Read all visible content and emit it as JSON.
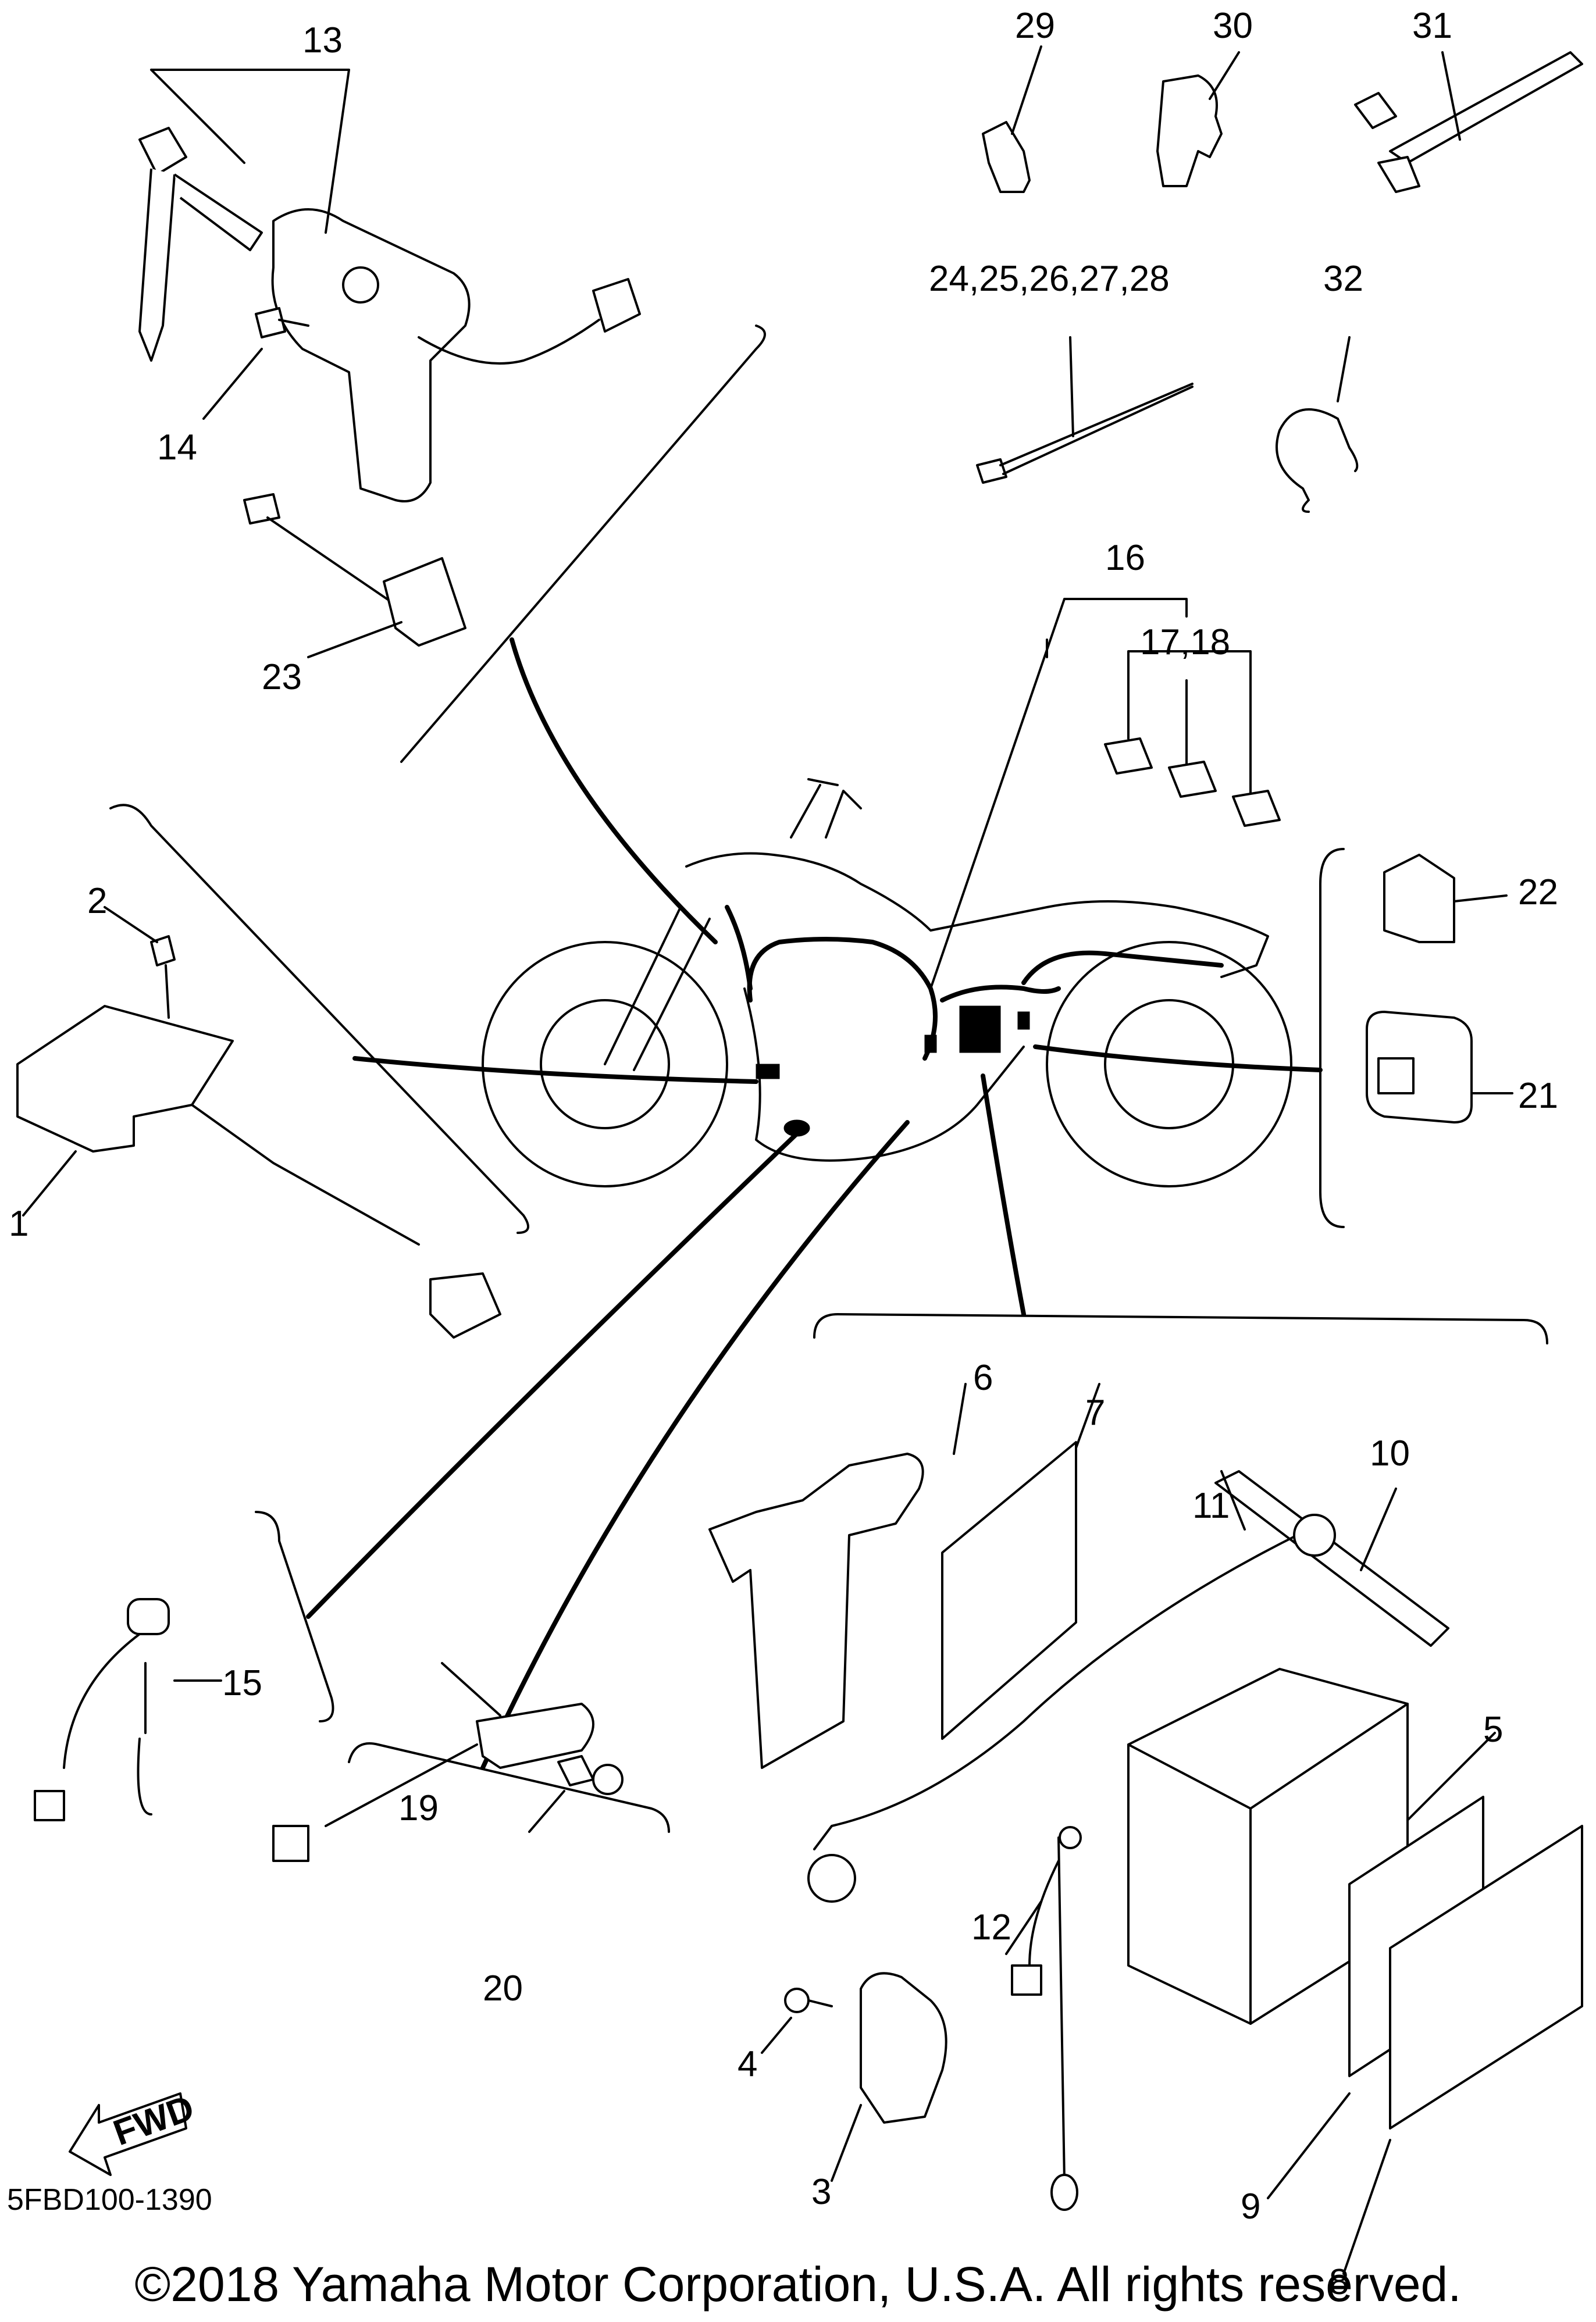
{
  "diagram": {
    "title": "Electrical 2",
    "code": "5FBD100-1390",
    "copyright": "©2018 Yamaha Motor Corporation, U.S.A. All rights reserved.",
    "fwd_label": "FWD"
  },
  "callouts": [
    {
      "id": "1",
      "label": "1"
    },
    {
      "id": "2",
      "label": "2"
    },
    {
      "id": "3",
      "label": "3"
    },
    {
      "id": "4",
      "label": "4"
    },
    {
      "id": "5",
      "label": "5"
    },
    {
      "id": "6",
      "label": "6"
    },
    {
      "id": "7",
      "label": "7"
    },
    {
      "id": "8",
      "label": "8"
    },
    {
      "id": "9",
      "label": "9"
    },
    {
      "id": "10",
      "label": "10"
    },
    {
      "id": "11",
      "label": "11"
    },
    {
      "id": "12",
      "label": "12"
    },
    {
      "id": "13",
      "label": "13"
    },
    {
      "id": "14",
      "label": "14"
    },
    {
      "id": "15",
      "label": "15"
    },
    {
      "id": "16",
      "label": "16"
    },
    {
      "id": "17_18",
      "label": "17,18"
    },
    {
      "id": "19",
      "label": "19"
    },
    {
      "id": "20",
      "label": "20"
    },
    {
      "id": "21",
      "label": "21"
    },
    {
      "id": "22",
      "label": "22"
    },
    {
      "id": "23",
      "label": "23"
    },
    {
      "id": "24_28",
      "label": "24,25,26,27,28"
    },
    {
      "id": "29",
      "label": "29"
    },
    {
      "id": "30",
      "label": "30"
    },
    {
      "id": "31",
      "label": "31"
    },
    {
      "id": "32",
      "label": "32"
    }
  ]
}
